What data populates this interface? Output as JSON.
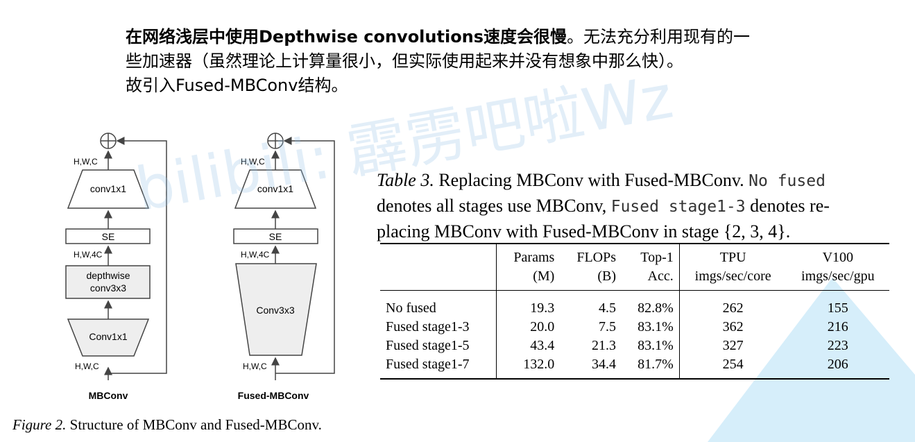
{
  "intro": {
    "line1_bold": "在网络浅层中使用Depthwise convolutions速度会很慢",
    "line1_rest": "。无法充分利用现有的一",
    "line2": "些加速器（虽然理论上计算量很小，但实际使用起来并没有想象中那么快）。",
    "line3": "故引入Fused-MBConv结构。"
  },
  "watermark": "bilibili: 霹雳吧啦Wz",
  "accent_color": "#d6eefa",
  "figure": {
    "mbconv": {
      "title": "MBConv",
      "top_dim": "H,W,C",
      "conv_top": "conv1x1",
      "se": "SE",
      "mid_dim": "H,W,4C",
      "dw_line1": "depthwise",
      "dw_line2": "conv3x3",
      "conv_bottom": "Conv1x1",
      "bottom_dim": "H,W,C"
    },
    "fused": {
      "title": "Fused-MBConv",
      "top_dim": "H,W,C",
      "conv_top": "conv1x1",
      "se": "SE",
      "mid_dim": "H,W,4C",
      "conv_big": "Conv3x3",
      "bottom_dim": "H,W,C"
    },
    "caption_label": "Figure 2.",
    "caption_text": " Structure of MBConv and Fused-MBConv."
  },
  "table": {
    "caption": {
      "label": "Table 3.",
      "t1": " Replacing MBConv with Fused-MBConv. ",
      "m1": "No fused",
      "t2": "denotes all stages use MBConv, ",
      "m2": "Fused stage1-3",
      "t3": " denotes re-",
      "t4": "placing MBConv with Fused-MBConv in stage {2, 3, 4}."
    },
    "header_row1": [
      "",
      "Params",
      "FLOPs",
      "Top-1",
      "TPU",
      "V100"
    ],
    "header_row2": [
      "",
      "(M)",
      "(B)",
      "Acc.",
      "imgs/sec/core",
      "imgs/sec/gpu"
    ],
    "rows": [
      [
        "No fused",
        "19.3",
        "4.5",
        "82.8%",
        "262",
        "155"
      ],
      [
        "Fused stage1-3",
        "20.0",
        "7.5",
        "83.1%",
        "362",
        "216"
      ],
      [
        "Fused stage1-5",
        "43.4",
        "21.3",
        "83.1%",
        "327",
        "223"
      ],
      [
        "Fused stage1-7",
        "132.0",
        "34.4",
        "81.7%",
        "254",
        "206"
      ]
    ]
  }
}
